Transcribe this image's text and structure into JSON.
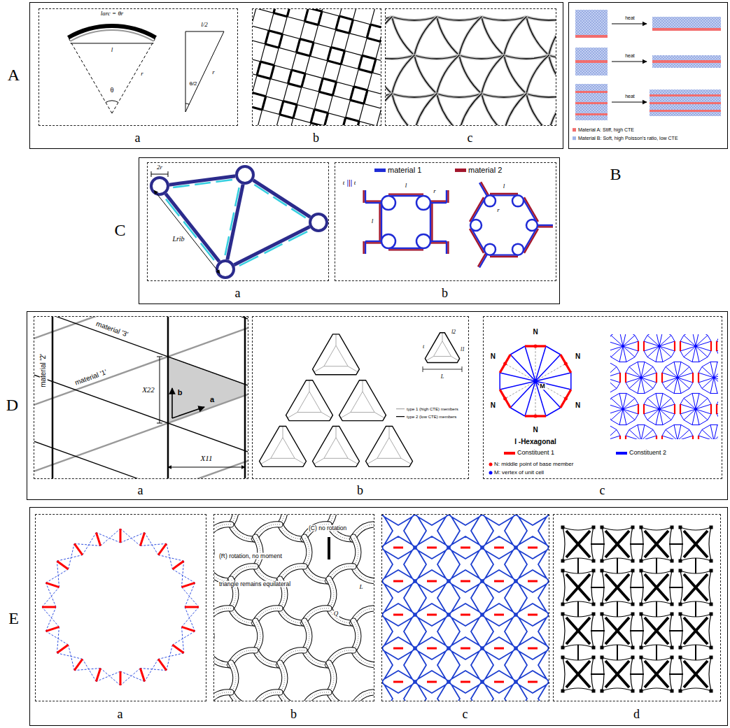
{
  "diagram": {
    "nodes": [
      {
        "text": [
          "A"
        ]
      },
      {
        "text": [
          "a"
        ],
        "in": 0
      },
      {
        "text": [
          "b"
        ],
        "in": 0
      },
      {
        "text": [
          "c"
        ],
        "in": 0
      },
      {
        "text": [
          "B"
        ]
      },
      {
        "text": [
          "C"
        ]
      },
      {
        "text": [
          "a"
        ],
        "in": 5
      },
      {
        "text": [
          "b"
        ],
        "in": 5
      },
      {
        "text": [
          "D"
        ]
      },
      {
        "text": [
          "a"
        ],
        "in": 8
      },
      {
        "text": [
          "b"
        ],
        "in": 8
      },
      {
        "text": [
          "c"
        ],
        "in": 8
      },
      {
        "text": [
          "E"
        ]
      },
      {
        "text": [
          "a"
        ],
        "in": 12
      },
      {
        "text": [
          "b"
        ],
        "in": 12
      },
      {
        "text": [
          "c"
        ],
        "in": 12
      },
      {
        "text": [
          "d"
        ],
        "in": 12
      }
    ],
    "labels": [
      "larc = θr",
      "l",
      "r",
      "θ",
      "l/2",
      "r",
      "θ/2",
      "heat",
      "heat",
      "heat",
      "2r",
      "Lrib",
      "t",
      "t",
      "l",
      "r",
      "l",
      "l",
      "r",
      "material '2'",
      "material '3'",
      "material '1'",
      "X22",
      "b",
      "a",
      "X11",
      "l2",
      "t",
      "l1",
      "L",
      "N",
      "N",
      "N",
      "N",
      "N",
      "N",
      "M",
      "I -Hexagonal",
      "N: middle point of base member",
      "M: vertex of unit cell",
      "(C) no rotation",
      "(R) rotation, no moment",
      "triangle remains equilateral",
      "L",
      "Q"
    ],
    "legend": [
      {
        "text": "Material A: Stiff, high CTE",
        "color": "#f26d6d"
      },
      {
        "text": "Material B: Soft, high Poisson's ratio, low CTE",
        "color": "#9fb3e6"
      },
      {
        "text": "material 1",
        "color": "#1f2bd6"
      },
      {
        "text": "material 2",
        "color": "#a3162c"
      },
      {
        "text": "type 1 (high CTE) members"
      },
      {
        "text": "type 2 (low CTE) members"
      },
      {
        "text": "Constituent 1",
        "color": "#ff0000"
      },
      {
        "text": "Constituent 2",
        "color": "#0000ff"
      }
    ]
  }
}
